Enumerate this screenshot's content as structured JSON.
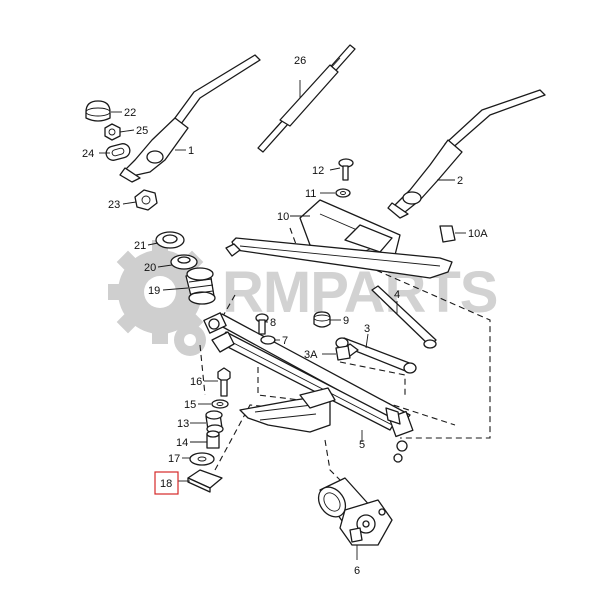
{
  "watermark": {
    "text": "RMPARTS"
  },
  "highlight_color": "#d62828",
  "callouts": {
    "p1": "1",
    "p2": "2",
    "p3": "3",
    "p3a": "3A",
    "p4": "4",
    "p5": "5",
    "p6": "6",
    "p7": "7",
    "p8": "8",
    "p9": "9",
    "p10": "10",
    "p10a": "10A",
    "p11": "11",
    "p12": "12",
    "p13": "13",
    "p14": "14",
    "p15": "15",
    "p16": "16",
    "p17": "17",
    "p18": "18",
    "p19": "19",
    "p20": "20",
    "p21": "21",
    "p22": "22",
    "p23": "23",
    "p24": "24",
    "p25": "25",
    "p26": "26"
  }
}
